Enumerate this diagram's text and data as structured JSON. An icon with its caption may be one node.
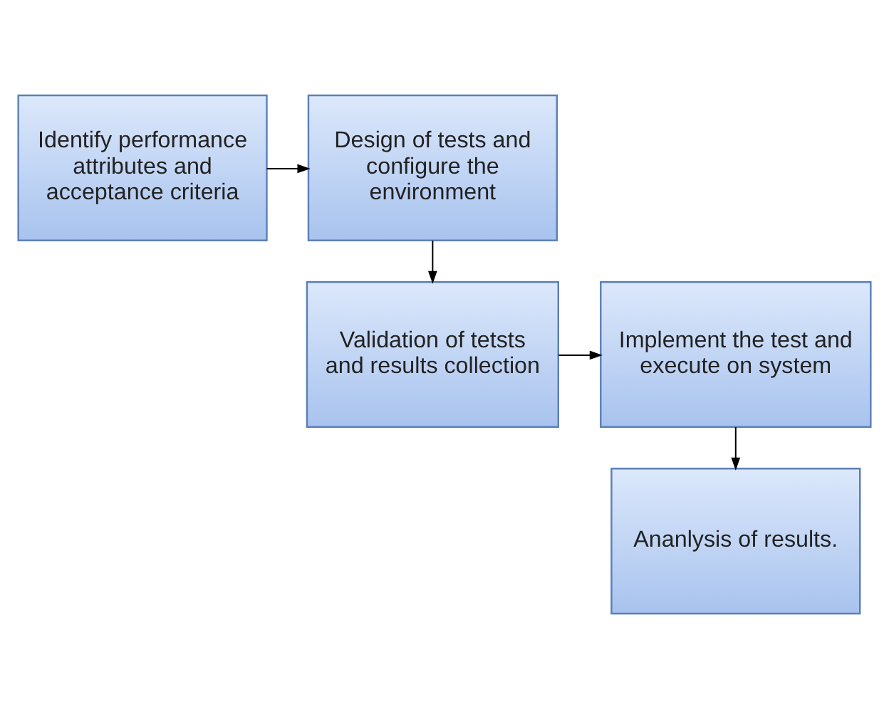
{
  "diagram": {
    "nodes": [
      {
        "text": [
          "Identify performance attributes and acceptance criteria"
        ]
      },
      {
        "text": [
          "Design of tests and configure the environment"
        ]
      },
      {
        "text": [
          "Validation of tetsts and results collection"
        ]
      },
      {
        "text": [
          "Implement the test and execute on system"
        ]
      },
      {
        "text": [
          "Ananlysis of results."
        ]
      }
    ],
    "edges": [
      {
        "from": 0,
        "to": 1,
        "arrow": "to"
      },
      {
        "from": 1,
        "to": 2,
        "arrow": "to"
      },
      {
        "from": 2,
        "to": 3,
        "arrow": "to"
      },
      {
        "from": 3,
        "to": 4,
        "arrow": "to"
      }
    ]
  }
}
